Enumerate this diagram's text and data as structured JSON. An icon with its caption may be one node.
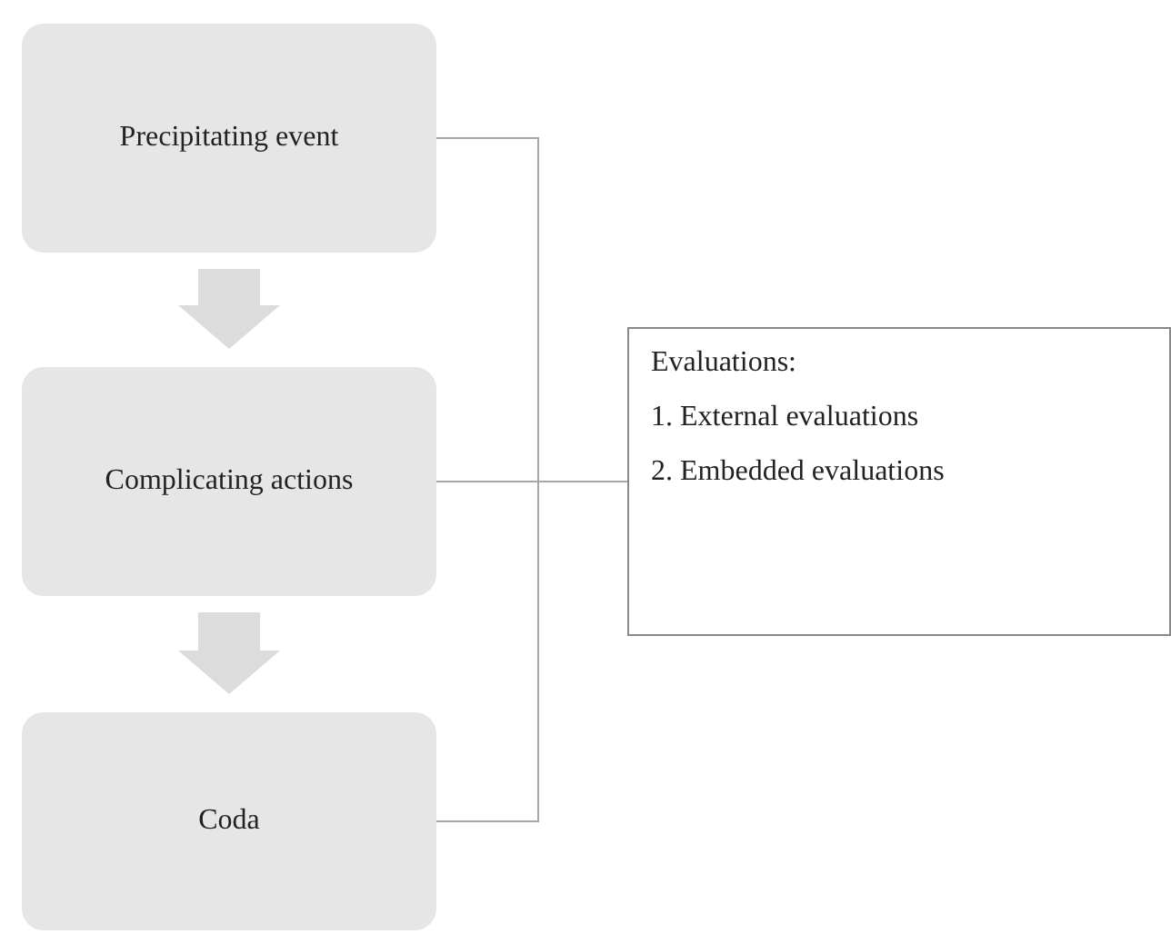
{
  "diagram": {
    "nodes": [
      {
        "text": [
          "Precipitating event"
        ]
      },
      {
        "text": [
          "Complicating actions"
        ]
      },
      {
        "text": [
          "Coda"
        ]
      },
      {
        "text": [
          "Evaluations:",
          "1. External evaluations",
          "2. Embedded evaluations"
        ]
      }
    ],
    "edges": [
      {
        "from": 0,
        "to": 1,
        "arrow": "to",
        "style": "thick"
      },
      {
        "from": 1,
        "to": 2,
        "arrow": "to",
        "style": "thick"
      },
      {
        "from": 0,
        "to": 3,
        "arrow": "none"
      },
      {
        "from": 1,
        "to": 3,
        "arrow": "none"
      },
      {
        "from": 2,
        "to": 3,
        "arrow": "none"
      }
    ]
  }
}
